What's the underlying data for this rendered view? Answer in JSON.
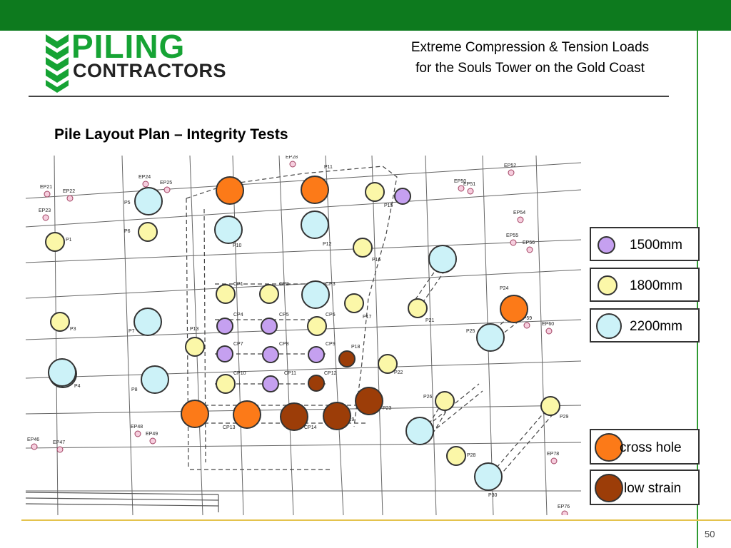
{
  "header": {
    "brand_top": "PILING",
    "brand_bottom": "CONTRACTORS",
    "title_line1": "Extreme Compression & Tension Loads",
    "title_line2": "for the Souls Tower on the Gold Coast"
  },
  "subtitle": "Pile Layout Plan – Integrity Tests",
  "page_number": "50",
  "colors": {
    "brand_green": "#0d7a1e",
    "size_1500": "#c5a0f0",
    "size_1800": "#fbf7a8",
    "size_2200": "#ccf2f8",
    "cross_hole": "#fc7a18",
    "low_strain": "#9c3d08",
    "accent_gold": "#e4c34d"
  },
  "legend": {
    "sizes": [
      {
        "label": "1500mm",
        "color": "#c5a0f0"
      },
      {
        "label": "1800mm",
        "color": "#fbf7a8"
      },
      {
        "label": "2200mm",
        "color": "#ccf2f8"
      }
    ],
    "tests": [
      {
        "label": "cross hole",
        "color": "#fc7a18"
      },
      {
        "label": "low strain",
        "color": "#9c3d08"
      }
    ]
  },
  "plan": {
    "edge_piles": [
      "EP21",
      "EP22",
      "EP23",
      "EP24",
      "EP25",
      "EP28",
      "EP46",
      "EP47",
      "EP48",
      "EP49",
      "EP50",
      "EP51",
      "EP52",
      "EP54",
      "EP55",
      "EP56",
      "EP59",
      "EP60",
      "EP76",
      "EP78"
    ],
    "pile_labels": [
      "P1",
      "P3",
      "P4",
      "P5",
      "P6",
      "P7",
      "P8",
      "P10",
      "P11",
      "P12",
      "P13",
      "P15",
      "P16",
      "P17",
      "P18",
      "P19",
      "P21",
      "P22",
      "P23",
      "P24",
      "P25",
      "P26",
      "P28",
      "P29",
      "P30",
      "CP1",
      "CP2",
      "CP3",
      "CP4",
      "CP5",
      "CP6",
      "CP7",
      "CP8",
      "CP9",
      "CP10",
      "CP11",
      "CP12",
      "CP13",
      "CP14"
    ],
    "piles": [
      {
        "t": "2200",
        "c": "normal"
      },
      {
        "t": "1800",
        "c": "normal"
      },
      {
        "t": "1800",
        "c": "normal"
      },
      {
        "t": "2200",
        "c": "cross"
      },
      {
        "t": "2200",
        "c": "normal"
      },
      {
        "t": "2200",
        "c": "cross"
      },
      {
        "t": "2200",
        "c": "normal"
      },
      {
        "t": "1800",
        "c": "normal"
      },
      {
        "t": "1500",
        "c": "normal"
      },
      {
        "t": "1800",
        "c": "normal"
      },
      {
        "t": "2200",
        "c": "normal"
      },
      {
        "t": "1800",
        "c": "normal"
      },
      {
        "t": "2200",
        "c": "normal"
      },
      {
        "t": "1800",
        "c": "normal"
      },
      {
        "t": "1800",
        "c": "normal"
      },
      {
        "t": "2200",
        "c": "normal"
      },
      {
        "t": "1800",
        "c": "normal"
      },
      {
        "t": "1800",
        "c": "normal"
      },
      {
        "t": "1500",
        "c": "normal"
      },
      {
        "t": "1500",
        "c": "normal"
      },
      {
        "t": "1800",
        "c": "normal"
      },
      {
        "t": "2200",
        "c": "normal"
      },
      {
        "t": "2200",
        "c": "cross"
      },
      {
        "t": "2200",
        "c": "normal"
      },
      {
        "t": "1800",
        "c": "normal"
      },
      {
        "t": "1500",
        "c": "normal"
      },
      {
        "t": "1500",
        "c": "normal"
      },
      {
        "t": "1500",
        "c": "normal"
      },
      {
        "t": "1500",
        "c": "low"
      },
      {
        "t": "1800",
        "c": "normal"
      },
      {
        "t": "2200",
        "c": "normal"
      },
      {
        "t": "2200",
        "c": "normal"
      },
      {
        "t": "1800",
        "c": "normal"
      },
      {
        "t": "1500",
        "c": "normal"
      },
      {
        "t": "1500",
        "c": "low"
      },
      {
        "t": "2200",
        "c": "cross"
      },
      {
        "t": "2200",
        "c": "cross"
      },
      {
        "t": "2200",
        "c": "low"
      },
      {
        "t": "2200",
        "c": "low"
      },
      {
        "t": "2200",
        "c": "low"
      },
      {
        "t": "1800",
        "c": "normal"
      },
      {
        "t": "1800",
        "c": "normal"
      },
      {
        "t": "2200",
        "c": "normal"
      },
      {
        "t": "1800",
        "c": "normal"
      },
      {
        "t": "2200",
        "c": "normal"
      }
    ]
  }
}
